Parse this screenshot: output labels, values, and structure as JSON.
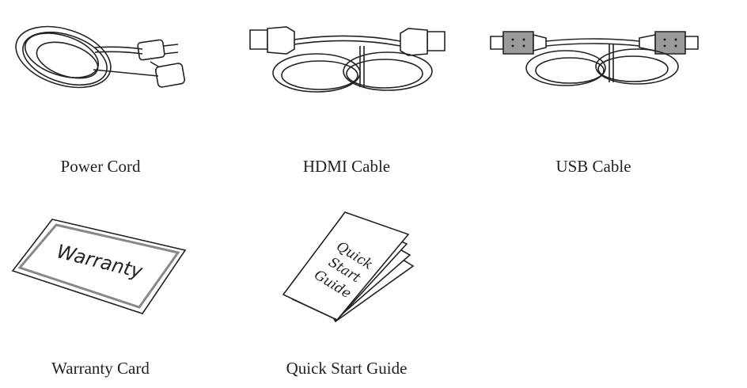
{
  "items": [
    {
      "id": "power-cord",
      "label": "Power Cord",
      "icon": "power-cord-icon"
    },
    {
      "id": "hdmi-cable",
      "label": "HDMI Cable",
      "icon": "hdmi-cable-icon"
    },
    {
      "id": "usb-cable",
      "label": "USB Cable",
      "icon": "usb-cable-icon"
    },
    {
      "id": "warranty-card",
      "label": "Warranty Card",
      "icon": "warranty-card-icon",
      "card_text": "Warranty"
    },
    {
      "id": "quick-start-guide",
      "label": "Quick Start Guide",
      "icon": "quick-start-guide-icon",
      "card_text": [
        "Quick",
        "Start",
        "Guide"
      ]
    }
  ]
}
